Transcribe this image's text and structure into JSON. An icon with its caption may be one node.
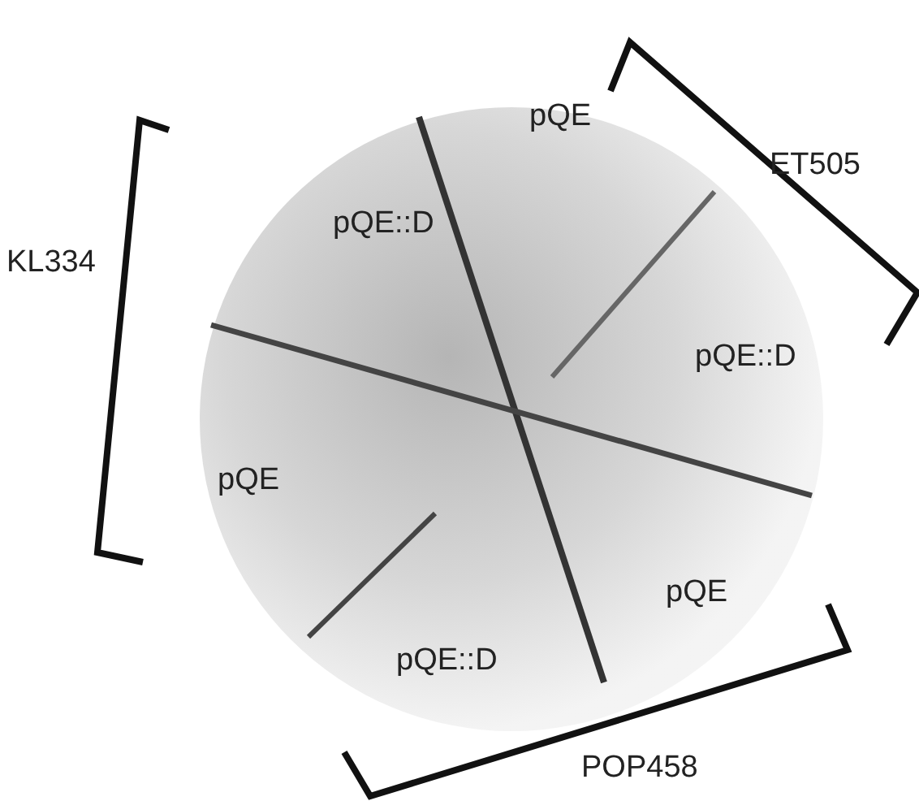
{
  "diagram": {
    "labels": [
      "pQE",
      "ET505",
      "pQE::D",
      "KL334",
      "pQE::D",
      "pQE",
      "pQE",
      "pQE::D",
      "POP458"
    ]
  }
}
